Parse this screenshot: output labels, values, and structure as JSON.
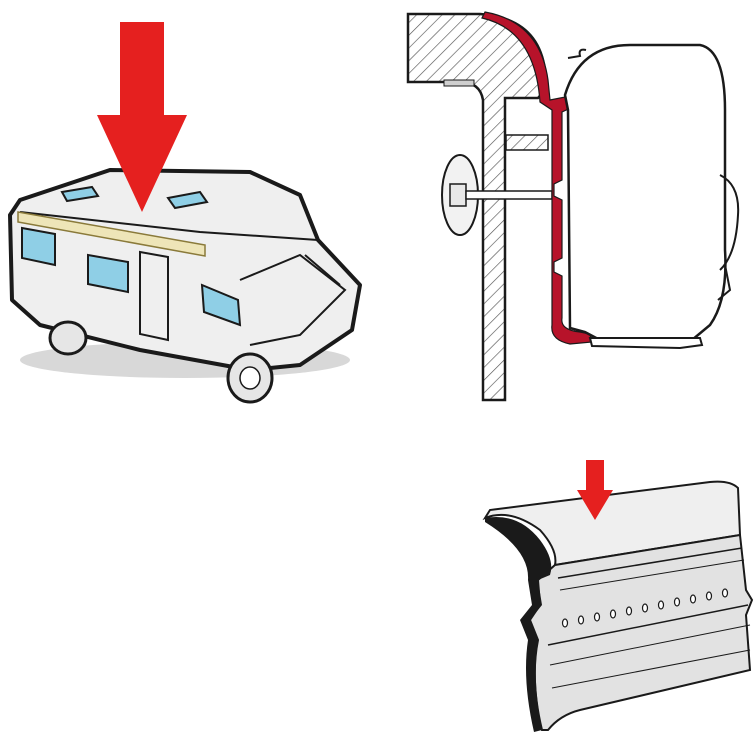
{
  "illustration": {
    "panels": [
      {
        "id": "motorhome",
        "content": "motorhome-with-awning-rail"
      },
      {
        "id": "cross-section",
        "content": "awning-mount-cross-section"
      },
      {
        "id": "rail-profile",
        "content": "adapter-rail-profile"
      }
    ],
    "icons": [
      "down-arrow-icon",
      "motorhome-icon",
      "wall-section-icon",
      "bolt-icon",
      "awning-case-icon",
      "adapter-rail-icon"
    ],
    "colors": {
      "arrow": "#e5201f",
      "adapter": "#b7132a",
      "outline": "#1a1a1a",
      "body_fill": "#efefef",
      "window": "#8fcfe6",
      "awning_strip": "#eee5b8",
      "hatch": "#555555"
    }
  }
}
